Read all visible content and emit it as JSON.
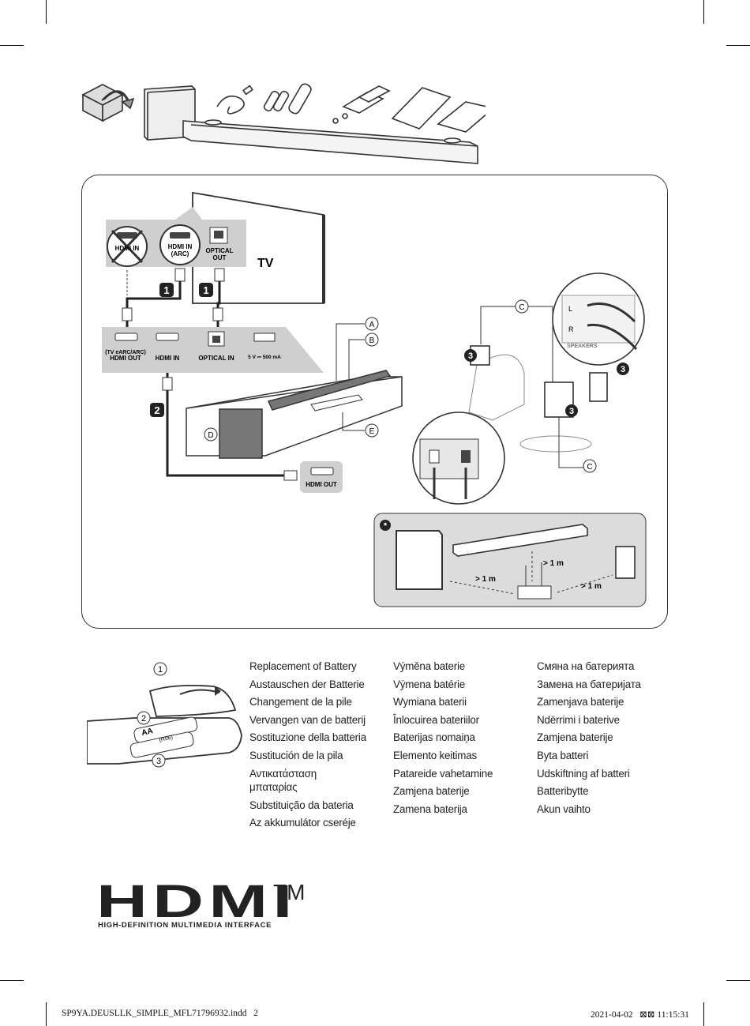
{
  "diagram": {
    "hdmi_in_crossed": "HDMI IN",
    "hdmi_in_arc": [
      "HDMI IN",
      "(ARC)"
    ],
    "optical_out": [
      "OPTICAL",
      "OUT"
    ],
    "tv": "TV",
    "step1a": "1",
    "step1b": "1",
    "step2": "2",
    "step3a": "3",
    "step3b": "3",
    "step3c": "3",
    "bar_label_a": "A",
    "bar_label_b": "B",
    "bar_label_c_top": "C",
    "bar_label_c_bottom": "C",
    "bar_label_d": "D",
    "bar_label_e": "E",
    "bar_port_hdmi_out_sub": "(TV eARC/ARC)",
    "bar_port_hdmi_out": "HDMI OUT",
    "bar_port_hdmi_in": "HDMI IN",
    "bar_port_optical_in": "OPTICAL IN",
    "bar_port_usb": "5 V ⎓ 500 mA",
    "device_hdmi_out": "HDMI OUT",
    "speaker_l": "L",
    "speaker_r": "R",
    "speakers": "SPEAKERS",
    "distance_1": "> 1 m",
    "distance_2": "> 1 m",
    "distance_3": "> 1 m",
    "battery_step1": "1",
    "battery_step2": "2",
    "battery_step3": "3",
    "battery_aa": "AA",
    "battery_r06": "(R06)"
  },
  "battery_replacement": {
    "col1": [
      "Replacement of Battery",
      "Austauschen der Batterie",
      "Changement de la pile",
      "Vervangen van de batterij",
      "Sostituzione della batteria",
      "Sustitución de la pila"
    ],
    "col1_wrap": "Αντικατάσταση μπαταρίας",
    "col1_tail": [
      "Substituição da bateria",
      "Az akkumulátor cseréje"
    ],
    "col2": [
      "Výměna baterie",
      "Výmena batérie",
      "Wymiana baterii",
      "Înlocuirea bateriilor",
      "Baterijas nomaiņa",
      "Elemento keitimas",
      "Patareide vahetamine",
      "Zamjena baterije",
      "Zamena baterija"
    ],
    "col3": [
      "Смяна на батерията",
      "Замена на батеријата",
      "Zamenjava baterije",
      "Ndërrimi i baterive",
      "Zamjena baterije",
      "Byta batteri",
      "Udskiftning af batteri",
      "Batteribytte",
      "Akun vaihto"
    ]
  },
  "hdmi_logo": {
    "letters": "HDMI",
    "tm": "TM",
    "tagline": "HIGH-DEFINITION MULTIMEDIA INTERFACE"
  },
  "footer": {
    "file": "SP9YA.DEUSLLK_SIMPLE_MFL71796932.indd   2",
    "date": "2021-04-02   ⊠⊠ 11:15:31"
  }
}
